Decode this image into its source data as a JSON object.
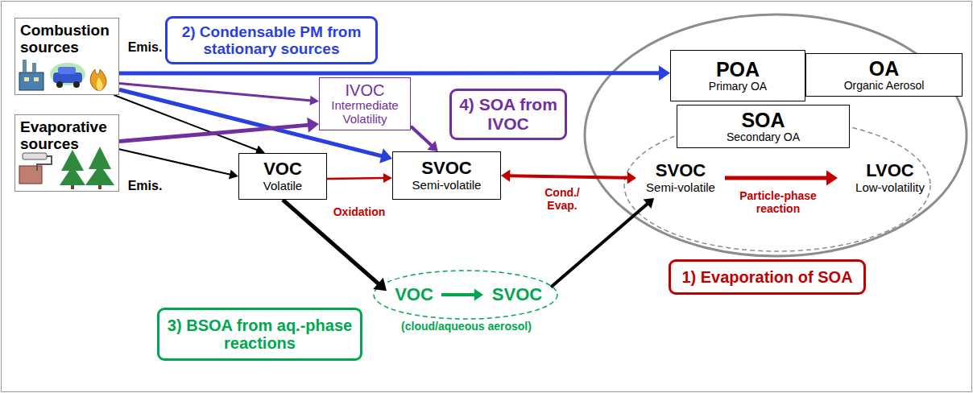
{
  "diagram": {
    "nodes": [
      {
        "text": [
          "Combustion sources"
        ]
      },
      {
        "text": [
          "Evaporative sources"
        ]
      },
      {
        "text": [
          "2) Condensable PM from stationary sources"
        ]
      },
      {
        "text": [
          "IVOC",
          "Intermediate Volatility"
        ]
      },
      {
        "text": [
          "4) SOA from IVOC"
        ]
      },
      {
        "text": [
          "VOC",
          "Volatile"
        ]
      },
      {
        "text": [
          "SVOC",
          "Semi-volatile"
        ]
      },
      {
        "text": [
          "POA",
          "Primary OA"
        ]
      },
      {
        "text": [
          "OA",
          "Organic Aerosol"
        ]
      },
      {
        "text": [
          "SOA",
          "Secondary OA"
        ]
      },
      {
        "text": [
          "SVOC",
          "Semi-volatile"
        ]
      },
      {
        "text": [
          "LVOC",
          "Low-volatility"
        ]
      },
      {
        "text": [
          "1) Evaporation of SOA"
        ]
      },
      {
        "text": [
          "3) BSOA from aq.-phase reactions"
        ]
      },
      {
        "text": [
          "VOC"
        ]
      },
      {
        "text": [
          "SVOC"
        ]
      }
    ],
    "edges": [
      {
        "from": 0,
        "to": 7,
        "arrow": "to"
      },
      {
        "from": 0,
        "to": 3,
        "arrow": "to"
      },
      {
        "from": 0,
        "to": 5,
        "arrow": "to"
      },
      {
        "from": 0,
        "to": 6,
        "arrow": "to"
      },
      {
        "from": 1,
        "to": 3,
        "arrow": "to"
      },
      {
        "from": 1,
        "to": 5,
        "arrow": "to"
      },
      {
        "from": 5,
        "to": 6,
        "label": "Oxidation",
        "arrow": "to"
      },
      {
        "from": 3,
        "to": 6,
        "arrow": "to"
      },
      {
        "from": 6,
        "to": 10,
        "label": "Cond./ Evap.",
        "arrow": "both"
      },
      {
        "from": 10,
        "to": 11,
        "label": "Particle-phase reaction",
        "arrow": "to"
      },
      {
        "from": 5,
        "to": 14,
        "arrow": "to"
      },
      {
        "from": 14,
        "to": 15,
        "arrow": "to"
      },
      {
        "from": 15,
        "to": 10,
        "arrow": "to"
      }
    ],
    "labels": [
      "Emis.",
      "Emis.",
      "(cloud/aqueous aerosol)"
    ]
  }
}
